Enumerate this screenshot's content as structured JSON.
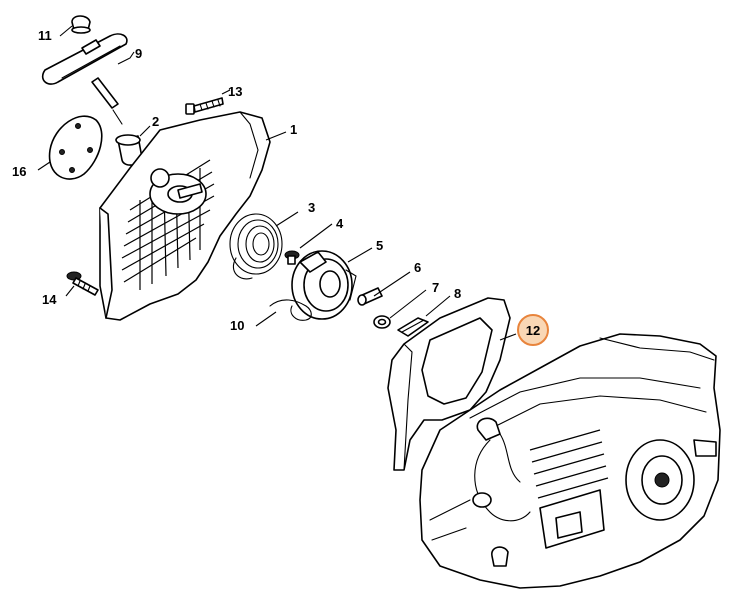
{
  "callouts": [
    {
      "id": "p11",
      "label": "11"
    },
    {
      "id": "p9",
      "label": "9"
    },
    {
      "id": "p13",
      "label": "13"
    },
    {
      "id": "p2",
      "label": "2"
    },
    {
      "id": "p1",
      "label": "1"
    },
    {
      "id": "p16",
      "label": "16"
    },
    {
      "id": "p3",
      "label": "3"
    },
    {
      "id": "p4",
      "label": "4"
    },
    {
      "id": "p5",
      "label": "5"
    },
    {
      "id": "p6",
      "label": "6"
    },
    {
      "id": "p7",
      "label": "7"
    },
    {
      "id": "p8",
      "label": "8"
    },
    {
      "id": "p14",
      "label": "14"
    },
    {
      "id": "p10",
      "label": "10"
    },
    {
      "id": "p12",
      "label": "12"
    }
  ],
  "highlight": {
    "label": "12",
    "fill": "#f9d7b5",
    "stroke": "#e8843c"
  }
}
